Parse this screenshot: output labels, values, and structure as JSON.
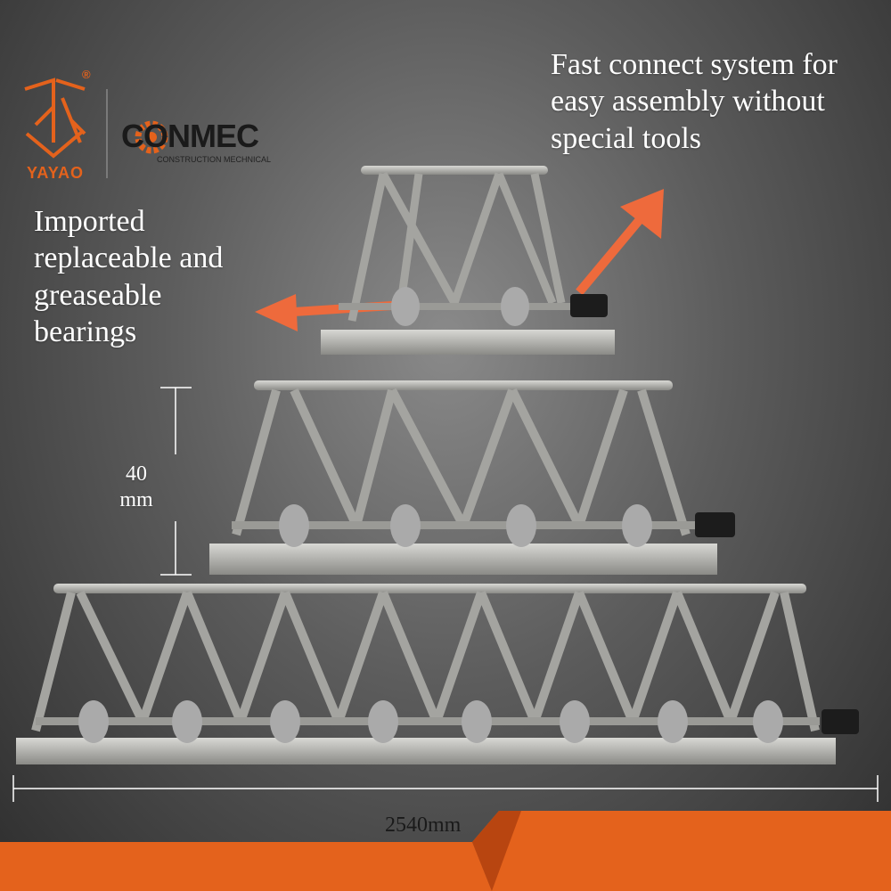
{
  "branding": {
    "yayao": {
      "name": "YAYAO",
      "registered_mark": "®"
    },
    "conmec": {
      "name": "CONMEC",
      "subtitle": "CONSTRUCTION MECHNICAL"
    }
  },
  "captions": {
    "fast_connect": [
      "Fast connect system for",
      "easy assembly without",
      "special tools"
    ],
    "bearings": [
      "Imported",
      "replaceable and",
      "greaseable",
      "bearings"
    ]
  },
  "dimensions": {
    "height": [
      "40",
      "mm"
    ],
    "length": "2540mm"
  },
  "colors": {
    "accent": "#e0541f",
    "arrow": "#ee6a3c",
    "metal": "#b8b8b4"
  }
}
